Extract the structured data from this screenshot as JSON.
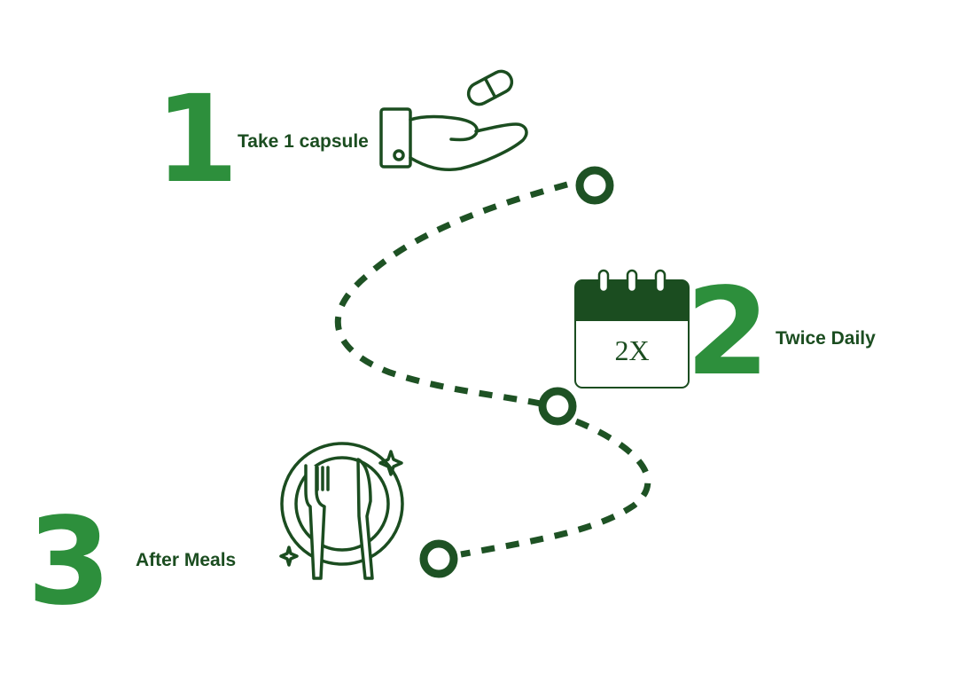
{
  "colors": {
    "number_green": "#2d8f3c",
    "dark_green": "#1b4d20",
    "line_green": "#1e5224",
    "background": "#ffffff"
  },
  "steps": [
    {
      "number": "1",
      "label": "Take 1 capsule",
      "icon": "hand-capsule-icon"
    },
    {
      "number": "2",
      "label": "Twice Daily",
      "icon": "calendar-icon"
    },
    {
      "number": "3",
      "label": "After Meals",
      "icon": "plate-cutlery-icon"
    }
  ],
  "calendar": {
    "text": "2X"
  }
}
